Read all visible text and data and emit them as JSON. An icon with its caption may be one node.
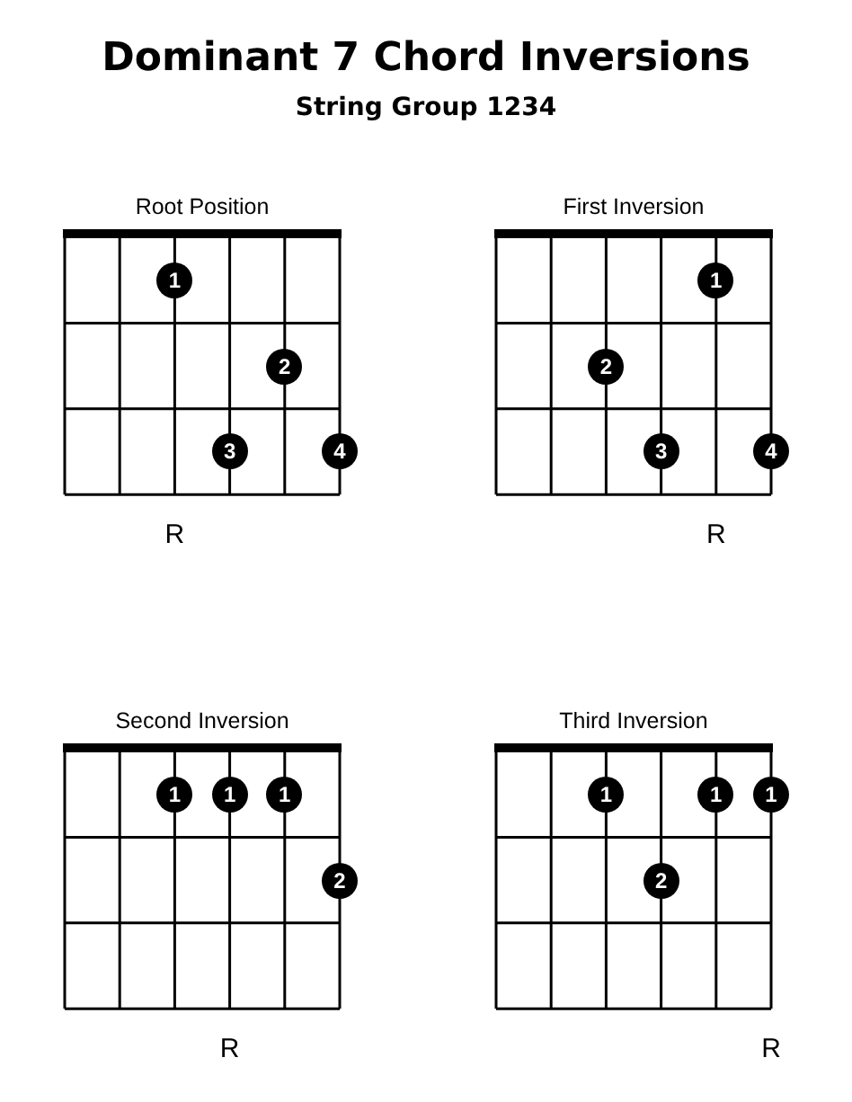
{
  "diagram": {
    "title": "Dominant 7 Chord Inversions",
    "nodes": [
      {
        "text": [
          "Root Position"
        ],
        "beside": [
          "R"
        ]
      },
      {
        "text": [
          "1"
        ],
        "in": 0
      },
      {
        "text": [
          "2"
        ],
        "in": 0
      },
      {
        "text": [
          "3"
        ],
        "in": 0
      },
      {
        "text": [
          "4"
        ],
        "in": 0
      },
      {
        "text": [
          "First Inversion"
        ],
        "beside": [
          "R"
        ]
      },
      {
        "text": [
          "1"
        ],
        "in": 5
      },
      {
        "text": [
          "2"
        ],
        "in": 5
      },
      {
        "text": [
          "3"
        ],
        "in": 5
      },
      {
        "text": [
          "4"
        ],
        "in": 5
      },
      {
        "text": [
          "Second Inversion"
        ],
        "beside": [
          "R"
        ]
      },
      {
        "text": [
          "1"
        ],
        "in": 10
      },
      {
        "text": [
          "1"
        ],
        "in": 10
      },
      {
        "text": [
          "1"
        ],
        "in": 10
      },
      {
        "text": [
          "2"
        ],
        "in": 10
      },
      {
        "text": [
          "Third Inversion"
        ],
        "beside": [
          "R"
        ]
      },
      {
        "text": [
          "1"
        ],
        "in": 15
      },
      {
        "text": [
          "1"
        ],
        "in": 15
      },
      {
        "text": [
          "1"
        ],
        "in": 15
      },
      {
        "text": [
          "2"
        ],
        "in": 15
      }
    ],
    "edges": [],
    "labels": [
      "String Group 1234"
    ]
  }
}
